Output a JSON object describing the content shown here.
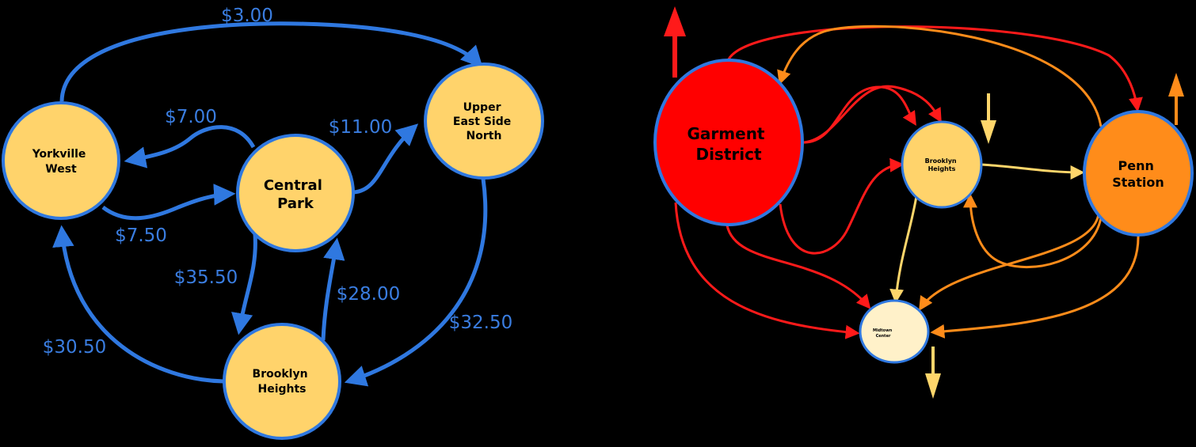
{
  "left_diagram": {
    "nodes": {
      "yorkville": [
        "Yorkville",
        "West"
      ],
      "central": [
        "Central",
        "Park"
      ],
      "upper_east": [
        "Upper",
        "East Side",
        "North"
      ],
      "brooklyn": [
        "Brooklyn",
        "Heights"
      ]
    },
    "edges": {
      "yorkville_to_upper": "$3.00",
      "central_to_yorkville": "$7.00",
      "central_to_upper": "$11.00",
      "yorkville_to_central": "$7.50",
      "central_to_brooklyn": "$35.50",
      "brooklyn_to_central": "$28.00",
      "upper_to_brooklyn": "$32.50",
      "brooklyn_to_yorkville": "$30.50"
    }
  },
  "right_diagram": {
    "nodes": {
      "garment": [
        "Garment",
        "District"
      ],
      "brooklyn": [
        "Brooklyn",
        "Heights"
      ],
      "penn": [
        "Penn",
        "Station"
      ],
      "midtown": [
        "Midtown",
        "Center"
      ]
    }
  },
  "colors": {
    "left_node_fill": "#ffd36b",
    "left_edge": "#2f78e0",
    "garment_fill": "#ff0000",
    "penn_fill": "#ff8c1a",
    "brooklyn_fill": "#ffd36b",
    "midtown_fill": "#fff1c9",
    "red_edge": "#ff1a1a",
    "orange_edge": "#ff8c1a",
    "yellow_edge": "#ffd66b"
  }
}
